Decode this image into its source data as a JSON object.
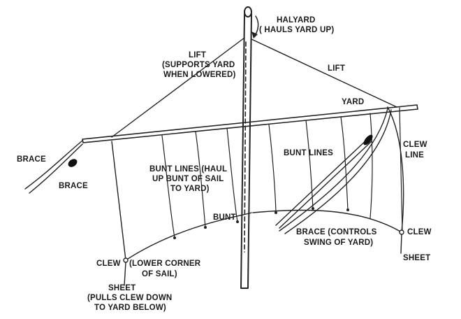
{
  "diagram": {
    "labels": {
      "halyard": [
        "HALYARD",
        "( HAULS YARD UP)"
      ],
      "lift_left": [
        "LIFT",
        "(SUPPORTS YARD",
        "WHEN LOWERED)"
      ],
      "lift_right": [
        "LIFT"
      ],
      "yard": [
        "YARD"
      ],
      "brace_left_top": [
        "BRACE"
      ],
      "brace_left_bottom": [
        "BRACE"
      ],
      "bunt_lines_left": [
        "BUNT LINES (HAUL",
        "UP BUNT OF SAIL",
        "TO YARD)"
      ],
      "bunt_lines_right": [
        "BUNT LINES"
      ],
      "clew_line": [
        "CLEW",
        "LINE"
      ],
      "bunt": [
        "BUNT"
      ],
      "brace_right": [
        "BRACE (CONTROLS",
        "SWING OF YARD)"
      ],
      "clew_right": [
        "CLEW"
      ],
      "sheet_right": [
        "SHEET"
      ],
      "clew_left": [
        "CLEW"
      ],
      "lower_corner": [
        "(LOWER CORNER",
        "OF SAIL)"
      ],
      "sheet_left": [
        "SHEET",
        "(PULLS CLEW DOWN",
        "TO YARD BELOW)"
      ]
    }
  }
}
